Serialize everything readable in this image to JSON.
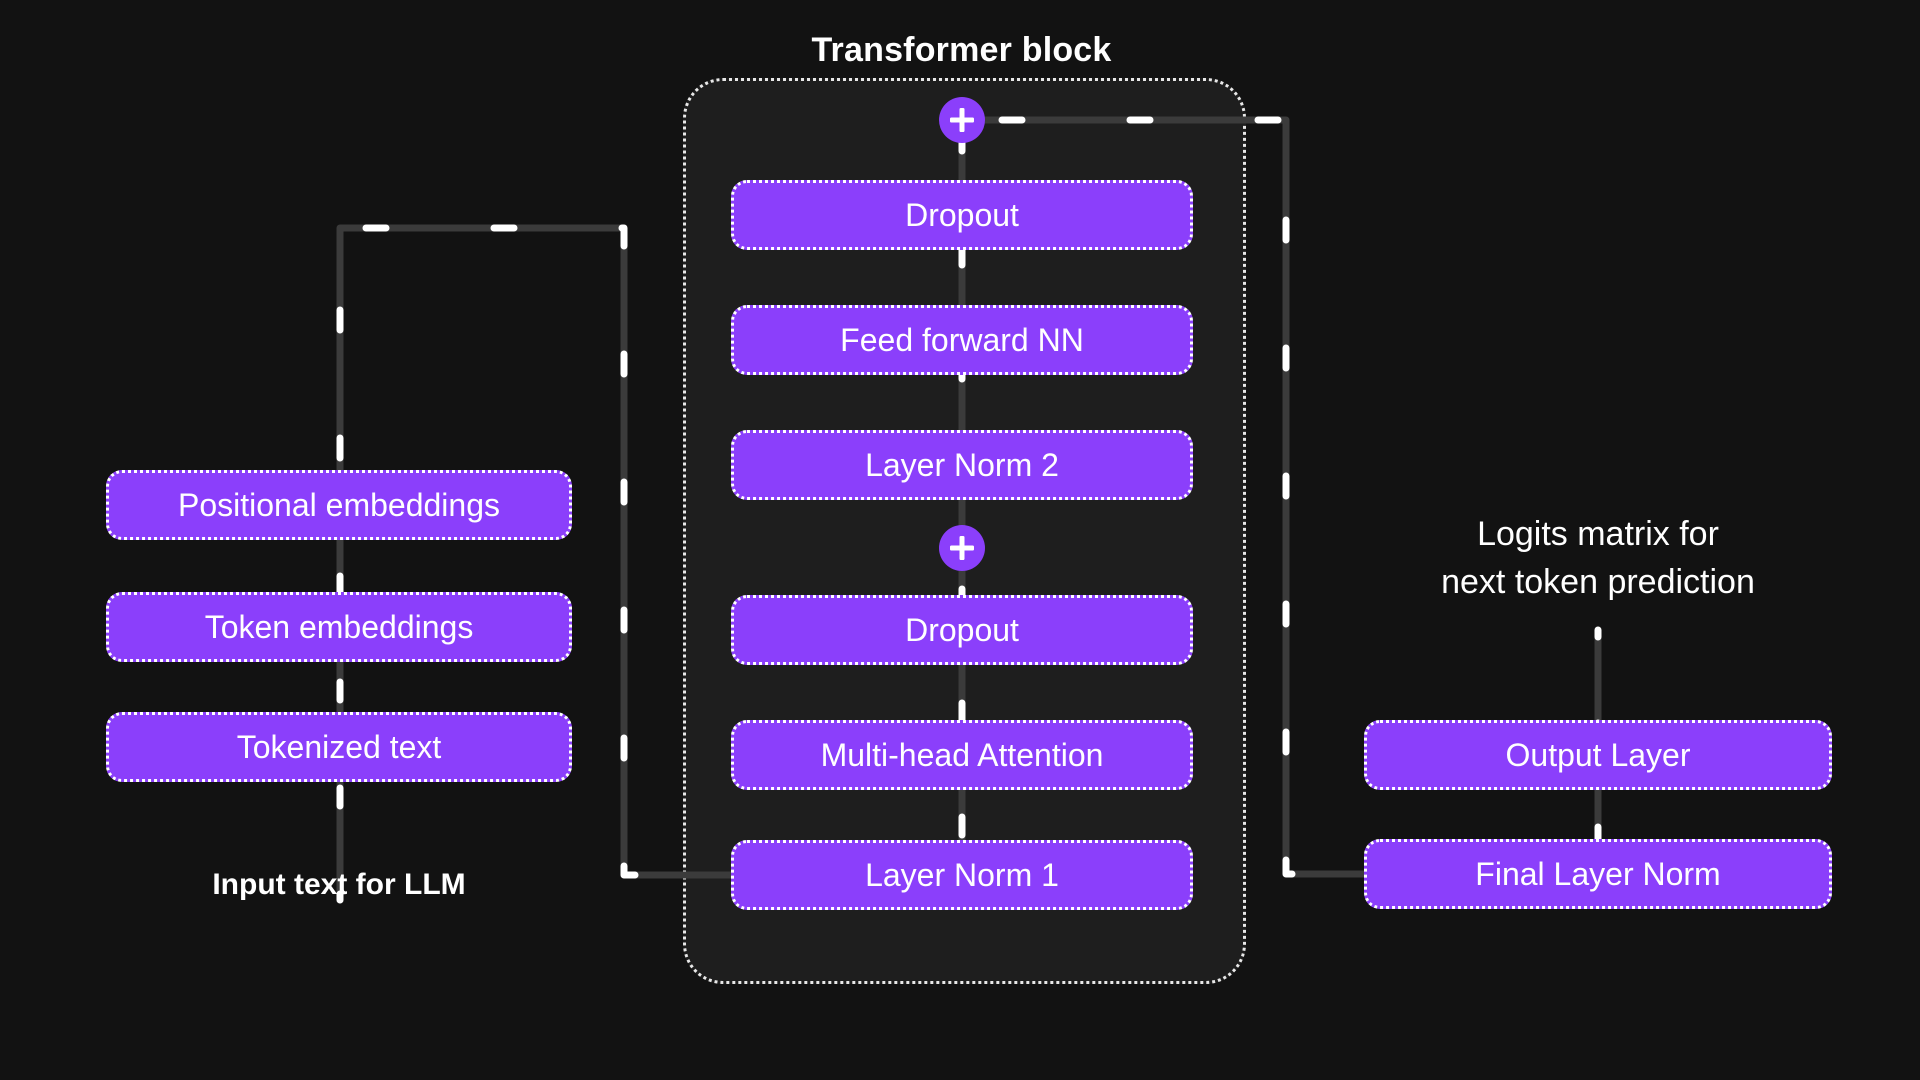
{
  "theme": {
    "page_background": "#121212",
    "block_background": "#1e1e1e",
    "accent_purple": "#8b3ffb",
    "node_border": "#ffffff",
    "wire_base": "#3b3b3b",
    "wire_dash": "#ffffff",
    "text": "#ffffff"
  },
  "diagram": {
    "title": "Transformer block",
    "input_stack": {
      "caption": "Input text for LLM",
      "nodes": [
        {
          "label": "Positional embeddings"
        },
        {
          "label": "Token embeddings"
        },
        {
          "label": "Tokenized text"
        }
      ]
    },
    "transformer_block": {
      "title": "Transformer block",
      "nodes": [
        {
          "label": "Dropout"
        },
        {
          "label": "Feed forward NN"
        },
        {
          "label": "Layer Norm 2"
        },
        {
          "label": "Dropout"
        },
        {
          "label": "Multi-head Attention"
        },
        {
          "label": "Layer Norm 1"
        }
      ],
      "residual_adders": [
        {
          "symbol": "+",
          "name": "upper-residual-add"
        },
        {
          "symbol": "+",
          "name": "lower-residual-add"
        }
      ]
    },
    "output_stack": {
      "caption": "Logits matrix for next token prediction",
      "caption_line_1": "Logits matrix for",
      "caption_line_2": "next token prediction",
      "nodes": [
        {
          "label": "Output Layer"
        },
        {
          "label": "Final Layer Norm"
        }
      ]
    }
  }
}
